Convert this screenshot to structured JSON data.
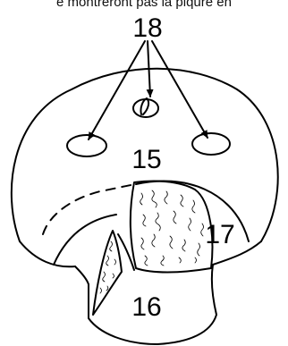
{
  "caption": "e montreront pas la piqûre en",
  "labels": {
    "l18": "18",
    "l15": "15",
    "l17": "17",
    "l16": "16"
  }
}
